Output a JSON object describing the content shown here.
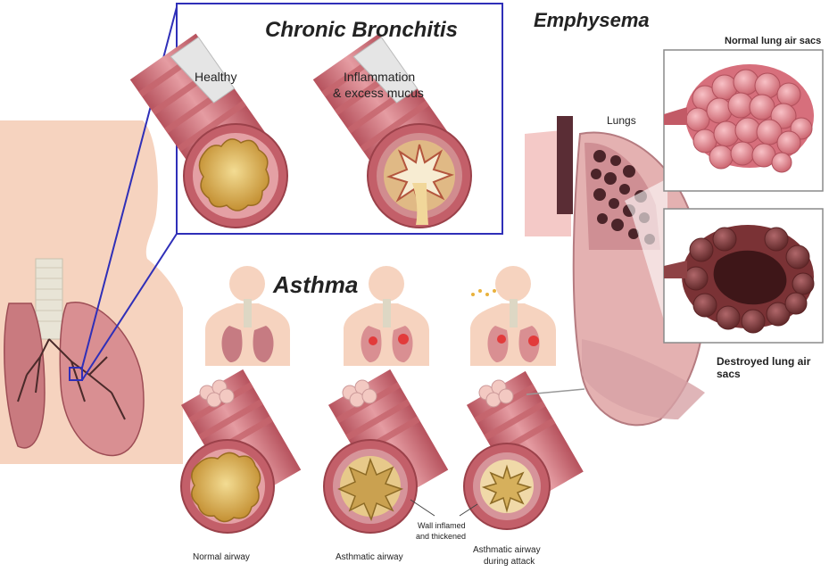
{
  "chronic_bronchitis": {
    "title": "Chronic Bronchitis",
    "healthy_label": "Healthy",
    "inflamed_label_line1": "Inflammation",
    "inflamed_label_line2": "& excess mucus"
  },
  "emphysema": {
    "title": "Emphysema",
    "lungs_label": "Lungs",
    "normal_label": "Normal lung air sacs",
    "destroyed_label": "Destroyed lung air sacs"
  },
  "asthma": {
    "title": "Asthma",
    "normal_airway": "Normal airway",
    "asthmatic_airway": "Asthmatic airway",
    "attack_line1": "Asthmatic airway",
    "attack_line2": "during attack",
    "wall_line1": "Wall inflamed",
    "wall_line2": "and thickened"
  },
  "colors": {
    "skin": "#f6d3bf",
    "airway_outer": "#c0606a",
    "airway_band": "#e39aa0",
    "lumen_healthy": "#d8aa4a",
    "lumen_inner": "#f0dc9a",
    "lung": "#d98f92",
    "frame": "#2f2fb8",
    "alveoli_normal": "#e7858f",
    "alveoli_destroyed": "#8a3c3e"
  }
}
